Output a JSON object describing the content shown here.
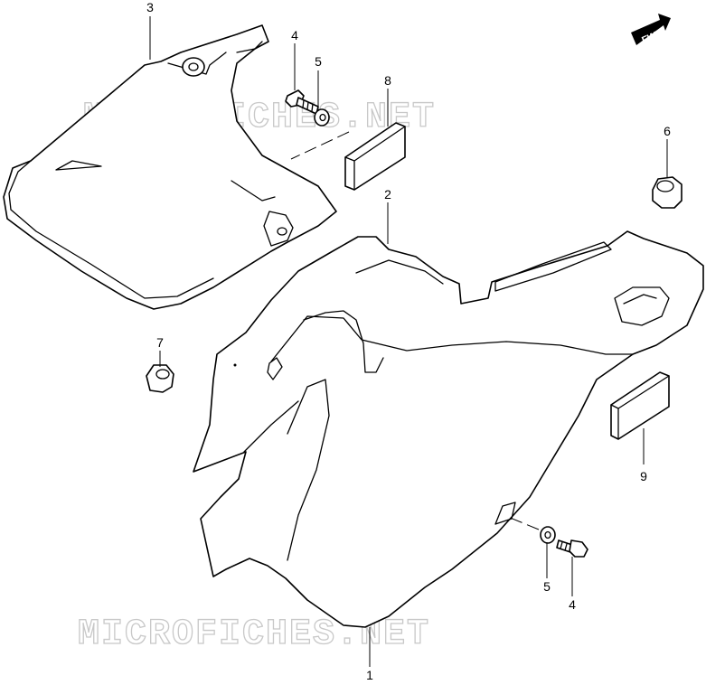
{
  "watermark": {
    "text": "MICROFICHES.NET"
  },
  "fwd_badge": {
    "label": "FWD"
  },
  "callouts": [
    {
      "id": "c3",
      "label": "3"
    },
    {
      "id": "c4a",
      "label": "4"
    },
    {
      "id": "c5a",
      "label": "5"
    },
    {
      "id": "c8",
      "label": "8"
    },
    {
      "id": "c6",
      "label": "6"
    },
    {
      "id": "c2",
      "label": "2"
    },
    {
      "id": "c7",
      "label": "7"
    },
    {
      "id": "c9",
      "label": "9"
    },
    {
      "id": "c5b",
      "label": "5"
    },
    {
      "id": "c4b",
      "label": "4"
    },
    {
      "id": "c1",
      "label": "1"
    }
  ]
}
